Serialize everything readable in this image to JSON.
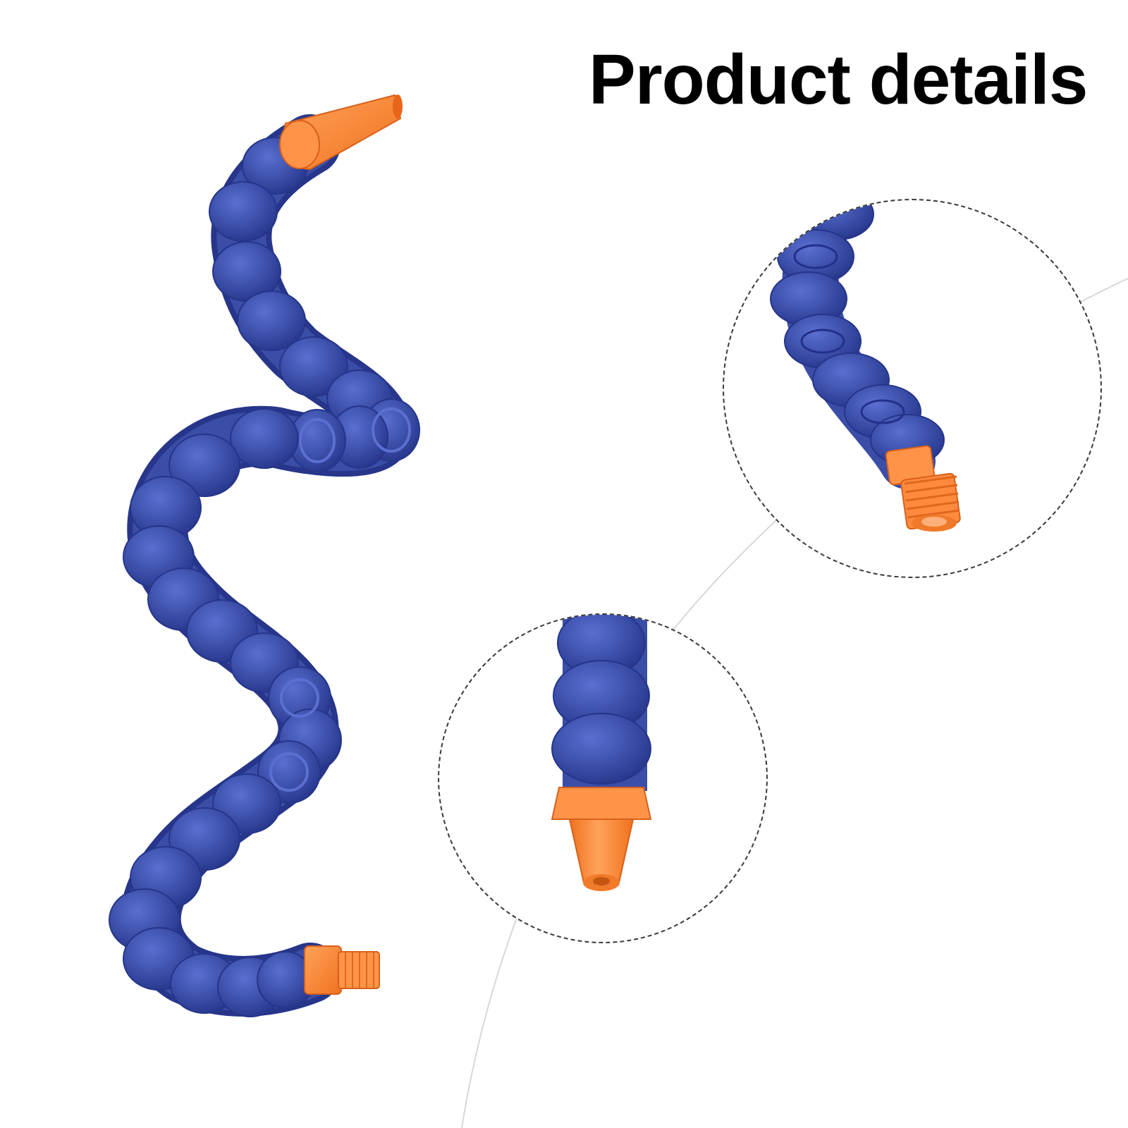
{
  "header": {
    "title": "Product details"
  },
  "colors": {
    "hose_blue": "#3a4ea8",
    "hose_blue_dark": "#27368a",
    "tip_orange": "#ff8a3d",
    "background": "#ffffff"
  },
  "images": {
    "main": "flexible-coolant-hose",
    "detail_top": "threaded-connector-closeup",
    "detail_bottom": "nozzle-tip-closeup"
  }
}
